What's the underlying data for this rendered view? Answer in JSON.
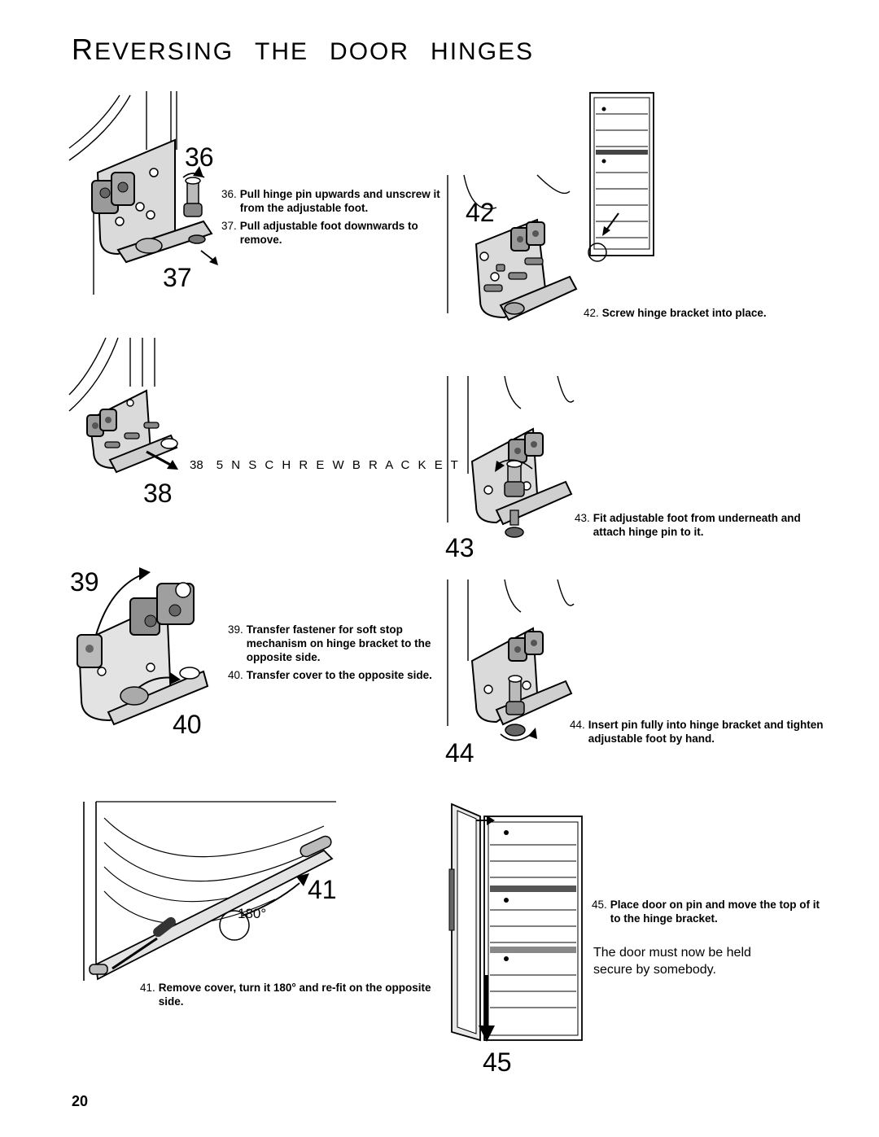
{
  "page": {
    "title_cap_1": "R",
    "title_rest_1": "EVERSING",
    "title_word_2": "THE",
    "title_word_3": "DOOR",
    "title_word_4": "HINGES",
    "page_number": "20"
  },
  "steps": {
    "s36": {
      "label": "36",
      "num": "36.",
      "text": "Pull hinge pin upwards and unscrew it from the adjustable foot."
    },
    "s37": {
      "label": "37",
      "num": "37.",
      "text": "Pull adjustable foot downwards to remove."
    },
    "s38": {
      "label": "38",
      "num": "38",
      "text": "5 N S C H R E W B R A C K E T"
    },
    "s39": {
      "label": "39",
      "num": "39.",
      "text": "Transfer fastener for soft stop mechanism on hinge bracket to the opposite side."
    },
    "s40": {
      "label": "40",
      "num": "40.",
      "text": "Transfer cover to the opposite side."
    },
    "s41": {
      "label": "41",
      "num": "41.",
      "text": "Remove cover, turn it 180° and re-fit on the opposite side.",
      "angle": "180°"
    },
    "s42": {
      "label": "42",
      "num": "42.",
      "text": "Screw hinge bracket into place."
    },
    "s43": {
      "label": "43",
      "num": "43.",
      "text": "Fit adjustable foot from underneath and attach hinge pin to it."
    },
    "s44": {
      "label": "44",
      "num": "44.",
      "text": "Insert pin fully into hinge bracket and tighten adjustable foot by hand."
    },
    "s45": {
      "label": "45",
      "num": "45.",
      "text": "Place door on pin and move the top of it to the hinge bracket."
    }
  },
  "note": {
    "line1": "The door must now be held",
    "line2": "secure by somebody."
  },
  "icons": [
    "hinge-bracket-illustration",
    "rotate-arrow-icon",
    "move-arrow-icon",
    "screwdriver-icon",
    "wine-cabinet-illustration"
  ]
}
